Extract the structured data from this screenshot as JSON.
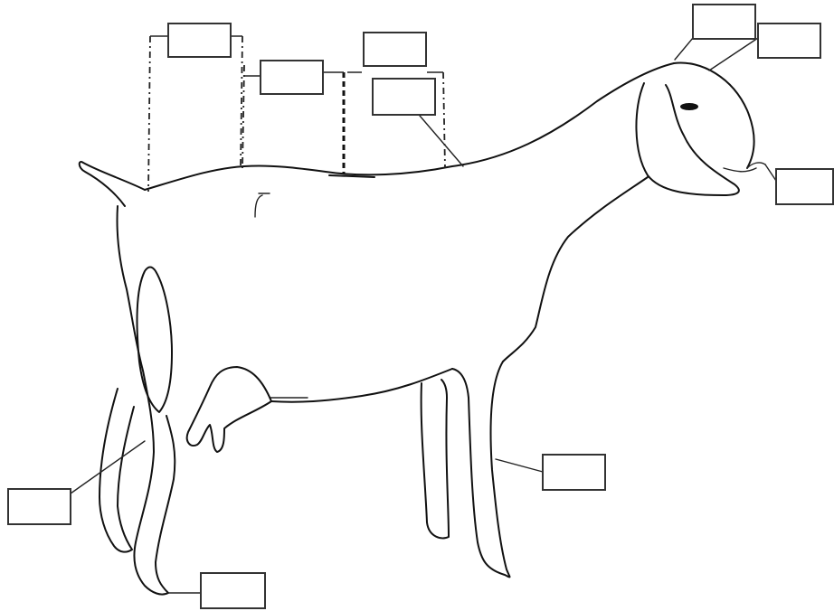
{
  "figure": {
    "subject": "goat",
    "colors": {
      "line": "#111111",
      "box_border": "#333333",
      "background": "#ffffff",
      "eye": "#111111"
    }
  },
  "label_boxes": [
    {
      "id": "box-rump-top-left",
      "text": ""
    },
    {
      "id": "box-loin",
      "text": ""
    },
    {
      "id": "box-back",
      "text": ""
    },
    {
      "id": "box-back-lower",
      "text": ""
    },
    {
      "id": "box-head-top-left",
      "text": ""
    },
    {
      "id": "box-head-top-right",
      "text": ""
    },
    {
      "id": "box-muzzle",
      "text": ""
    },
    {
      "id": "box-foreleg",
      "text": ""
    },
    {
      "id": "box-hind-leg",
      "text": ""
    },
    {
      "id": "box-hind-hoof",
      "text": ""
    }
  ]
}
